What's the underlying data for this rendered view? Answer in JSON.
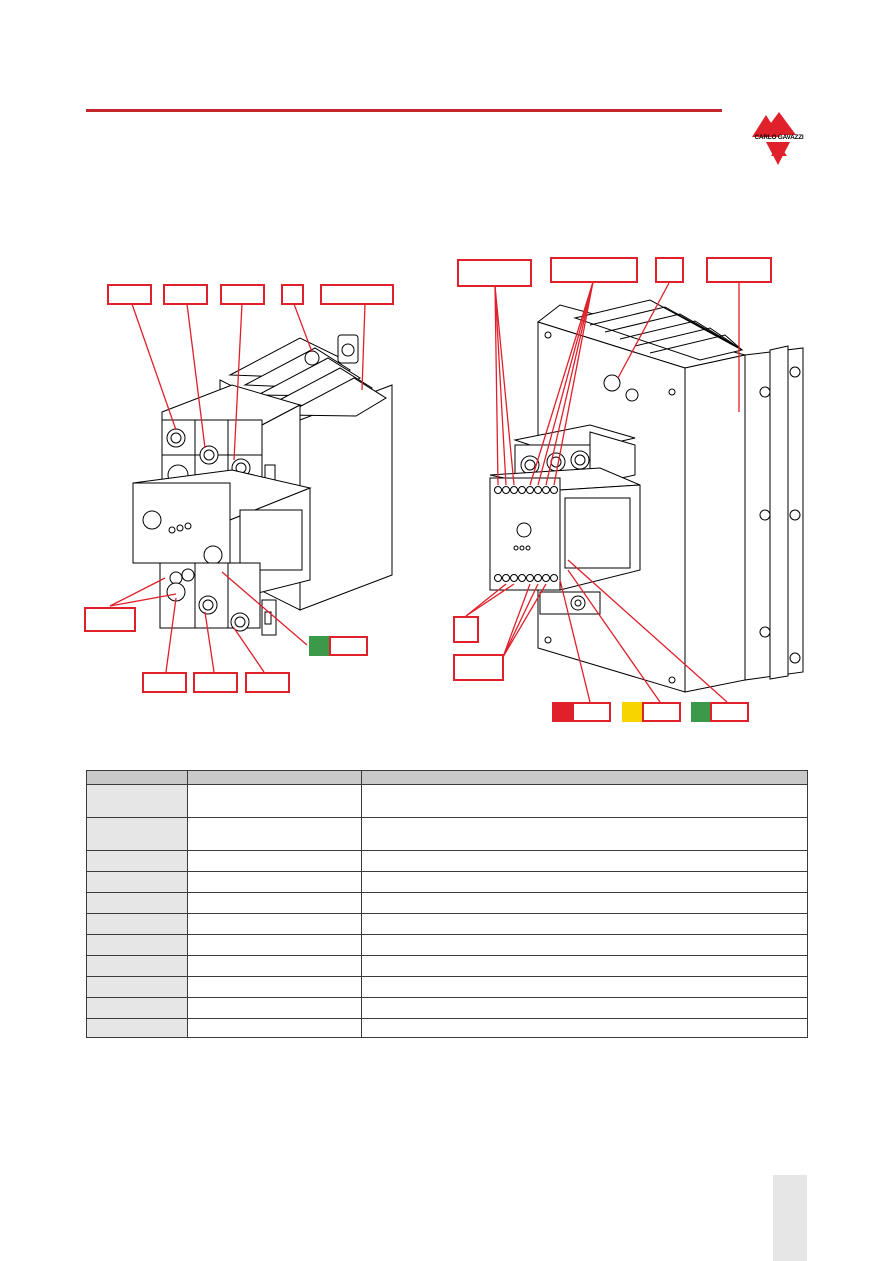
{
  "header": {
    "brand": "CARLO GAVAZZI",
    "rule_color": "#c1272d",
    "logo_icon": "carlo-gavazzi-triangle-logo"
  },
  "figure_left": {
    "description_icon": "solid-state-relay-3-phase-drawing",
    "callouts_top": [
      "",
      "",
      "",
      "",
      ""
    ],
    "callouts_bottom": [
      "",
      "",
      "",
      "",
      ""
    ],
    "status_swatch_color": "#3a9a4a"
  },
  "figure_right": {
    "description_icon": "solid-state-relay-heatsink-drawing",
    "callouts_top": [
      "",
      "",
      "",
      ""
    ],
    "callouts_left": [
      "",
      ""
    ],
    "status_swatch_colors": [
      "#e0202b",
      "#f7d400",
      "#3a9a4a"
    ]
  },
  "table": {
    "header_color": "#c9c9c9",
    "first_column_color": "#e6e6e6",
    "headers": [
      "",
      "",
      ""
    ],
    "rows": [
      [
        "",
        "",
        ""
      ],
      [
        "",
        "",
        ""
      ],
      [
        "",
        "",
        ""
      ],
      [
        "",
        "",
        ""
      ],
      [
        "",
        "",
        ""
      ],
      [
        "",
        "",
        ""
      ],
      [
        "",
        "",
        ""
      ],
      [
        "",
        "",
        ""
      ],
      [
        "",
        "",
        ""
      ],
      [
        "",
        "",
        ""
      ],
      [
        "",
        "",
        ""
      ]
    ]
  },
  "page_tab": {
    "color": "#e6e6e6"
  }
}
